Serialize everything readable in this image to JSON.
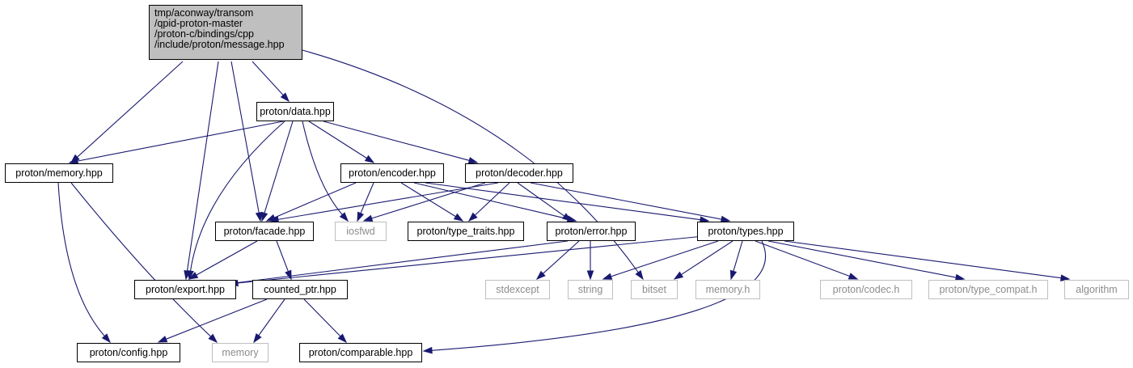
{
  "graph": {
    "edge_color": "#191970",
    "root_fill": "#bfbfbf",
    "external_border_color": "#bfbfbf",
    "external_text_color": "#8c8c8c",
    "root": {
      "lines": [
        "tmp/aconway/transom",
        "/qpid-proton-master",
        "/proton-c/bindings/cpp",
        "/include/proton/message.hpp"
      ]
    },
    "nodes": {
      "data": "proton/data.hpp",
      "memory_hpp": "proton/memory.hpp",
      "encoder": "proton/encoder.hpp",
      "decoder": "proton/decoder.hpp",
      "facade": "proton/facade.hpp",
      "iosfwd": "iosfwd",
      "type_traits": "proton/type_traits.hpp",
      "error": "proton/error.hpp",
      "types": "proton/types.hpp",
      "export": "proton/export.hpp",
      "counted_ptr": "counted_ptr.hpp",
      "stdexcept": "stdexcept",
      "string": "string",
      "bitset": "bitset",
      "memory_h": "memory.h",
      "codec": "proton/codec.h",
      "type_compat": "proton/type_compat.h",
      "algorithm": "algorithm",
      "config": "proton/config.hpp",
      "memory": "memory",
      "comparable": "proton/comparable.hpp"
    }
  }
}
